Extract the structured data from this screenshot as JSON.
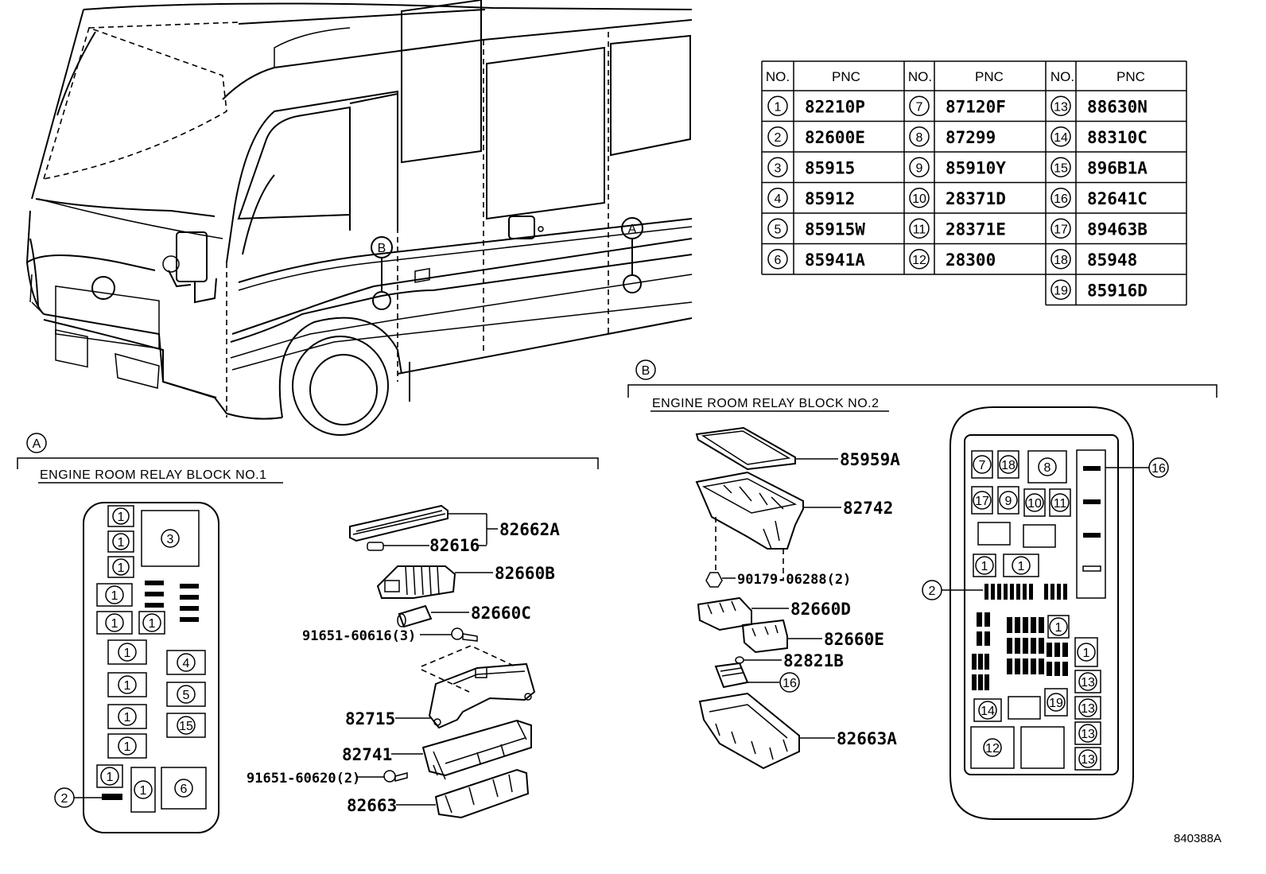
{
  "table": {
    "headers": [
      "NO.",
      "PNC",
      "NO.",
      "PNC",
      "NO.",
      "PNC"
    ],
    "columns": [
      [
        {
          "no": "1",
          "pnc": "82210P"
        },
        {
          "no": "2",
          "pnc": "82600E"
        },
        {
          "no": "3",
          "pnc": "85915"
        },
        {
          "no": "4",
          "pnc": "85912"
        },
        {
          "no": "5",
          "pnc": "85915W"
        },
        {
          "no": "6",
          "pnc": "85941A"
        }
      ],
      [
        {
          "no": "7",
          "pnc": "87120F"
        },
        {
          "no": "8",
          "pnc": "87299"
        },
        {
          "no": "9",
          "pnc": "85910Y"
        },
        {
          "no": "10",
          "pnc": "28371D"
        },
        {
          "no": "11",
          "pnc": "28371E"
        },
        {
          "no": "12",
          "pnc": "28300"
        }
      ],
      [
        {
          "no": "13",
          "pnc": "88630N"
        },
        {
          "no": "14",
          "pnc": "88310C"
        },
        {
          "no": "15",
          "pnc": "896B1A"
        },
        {
          "no": "16",
          "pnc": "82641C"
        },
        {
          "no": "17",
          "pnc": "89463B"
        },
        {
          "no": "18",
          "pnc": "85948"
        },
        {
          "no": "19",
          "pnc": "85916D"
        }
      ]
    ]
  },
  "locators": {
    "a": "A",
    "b": "B"
  },
  "sectionA": {
    "tag": "A",
    "title": "ENGINE ROOM RELAY BLOCK NO.1",
    "callout": "2",
    "slots": {
      "s1": "1",
      "s3": "3",
      "s4": "4",
      "s5": "5",
      "s6": "6",
      "s15": "15"
    },
    "parts": {
      "p82662A": "82662A",
      "p82616": "82616",
      "p82660B": "82660B",
      "p82660C": "82660C",
      "p91651_60616": "91651-60616(3)",
      "p82715": "82715",
      "p82741": "82741",
      "p91651_60620": "91651-60620(2)",
      "p82663": "82663"
    }
  },
  "sectionB": {
    "tag": "B",
    "title": "ENGINE ROOM RELAY BLOCK NO.2",
    "callouts": {
      "c2": "2",
      "c16": "16"
    },
    "slots": {
      "s1": "1",
      "s7": "7",
      "s8": "8",
      "s9": "9",
      "s10": "10",
      "s11": "11",
      "s12": "12",
      "s13": "13",
      "s14": "14",
      "s16": "16",
      "s17": "17",
      "s18": "18",
      "s19": "19"
    },
    "parts": {
      "p85959A": "85959A",
      "p82742": "82742",
      "p90179": "90179-06288(2)",
      "p82660D": "82660D",
      "p82660E": "82660E",
      "p82821B": "82821B",
      "p16": "16",
      "p82663A": "82663A"
    }
  },
  "figure_code": "840388A"
}
